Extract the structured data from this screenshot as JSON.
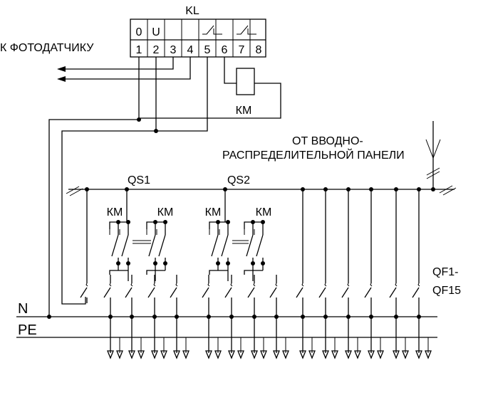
{
  "relay": {
    "name": "KL",
    "top_cells": [
      "0",
      "U",
      "",
      "",
      "",
      "",
      "",
      ""
    ],
    "pin_numbers": [
      "1",
      "2",
      "3",
      "4",
      "5",
      "6",
      "7",
      "8"
    ]
  },
  "labels": {
    "photo_sensor": "К ФОТОДАТЧИКУ",
    "coil": "КМ",
    "source_line1": "ОТ ВВОДНО-",
    "source_line2": "РАСПРЕДЕЛИТЕЛЬНОЙ ПАНЕЛИ",
    "qs1": "QS1",
    "qs2": "QS2",
    "km": "КМ",
    "qf_line1": "QF1-",
    "qf_line2": "QF15",
    "neutral": "N",
    "pe": "PE"
  }
}
